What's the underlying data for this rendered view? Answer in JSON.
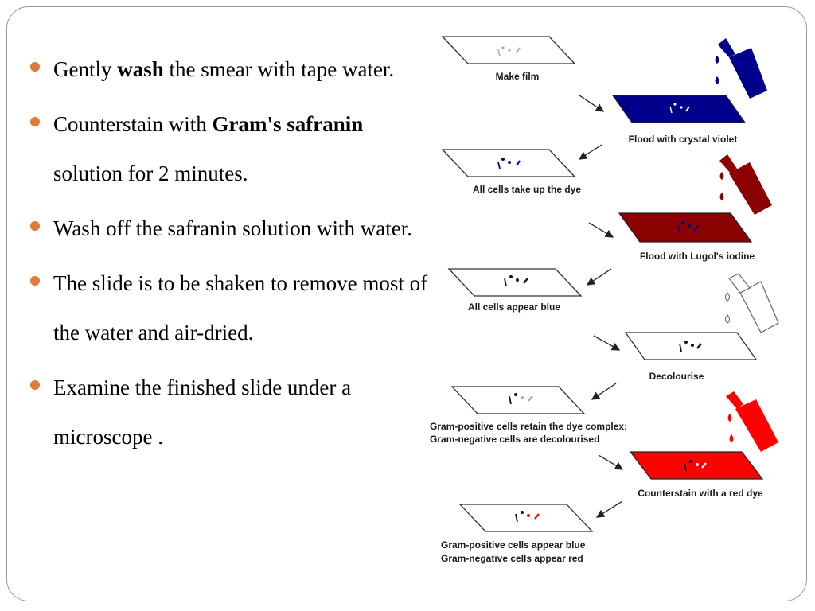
{
  "bullets": [
    {
      "parts": [
        {
          "text": "Gently "
        },
        {
          "text": "wash",
          "bold": true
        },
        {
          "text": " the smear with tape water."
        }
      ]
    },
    {
      "parts": [
        {
          "text": "Counterstain with "
        },
        {
          "text": "Gram's safranin",
          "bold": true
        },
        {
          "text": " solution for 2 minutes."
        }
      ]
    },
    {
      "parts": [
        {
          "text": "Wash off the safranin solution with water."
        }
      ]
    },
    {
      "parts": [
        {
          "text": "The slide is to be shaken to remove most of the water and air-dried."
        }
      ]
    },
    {
      "parts": [
        {
          "text": "Examine the finished slide under a microscope ."
        }
      ]
    }
  ],
  "diagram": {
    "steps": {
      "make_film": "Make film",
      "flood_crystal_violet": "Flood with crystal violet",
      "all_take_dye": "All cells take up the dye",
      "flood_lugol": "Flood with Lugol's iodine",
      "all_blue": "All cells appear blue",
      "decolourise": "Decolourise",
      "retain_line1": "Gram-positive cells retain the dye complex;",
      "retain_line2": "Gram-negative cells are decolourised",
      "counterstain_red": "Counterstain with a red dye",
      "final_line1": "Gram-positive cells appear blue",
      "final_line2": "Gram-negative cells appear red"
    },
    "colors": {
      "crystal_violet": "#00008b",
      "lugol": "#8b0000",
      "decolouriser": "#ffffff",
      "red_dye": "#ff0000",
      "bullet": "#e07b39"
    }
  }
}
